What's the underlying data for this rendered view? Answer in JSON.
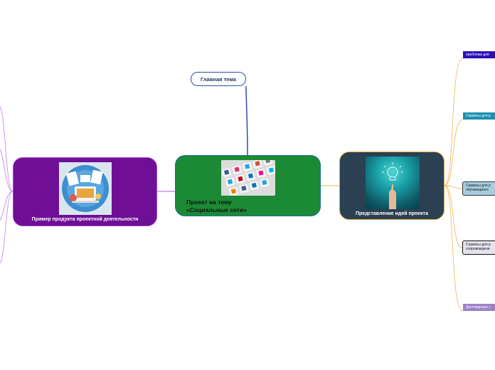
{
  "main_topic": {
    "label": "Главная тема"
  },
  "central": {
    "title_line1": "Проект на тему",
    "title_line2": "«Социальные сети»"
  },
  "left_branch": {
    "title": "Пример продукта проектной деятельности"
  },
  "right_branch": {
    "title": "Представление идей проекта"
  },
  "right_subtopics": [
    {
      "line1": "проблема для",
      "line2": ""
    },
    {
      "line1": "Сервисы для р",
      "line2": ""
    },
    {
      "line1": "Сервисы для р",
      "line2": "обучающихся"
    },
    {
      "line1": "Сервисы для р",
      "line2": "сопровождени"
    },
    {
      "line1": "Достоверные с",
      "line2": ""
    }
  ],
  "colors": {
    "central_fill": "#1c8a35",
    "left_fill": "#6e0f96",
    "right_fill": "#2b4052",
    "link_blue": "#2b4fa8",
    "link_orange": "#f0b050",
    "link_purple": "#c57ce8"
  },
  "icons": [
    "social-media-keyboard-image",
    "workspace-illustration-image",
    "lightbulb-hand-image"
  ]
}
